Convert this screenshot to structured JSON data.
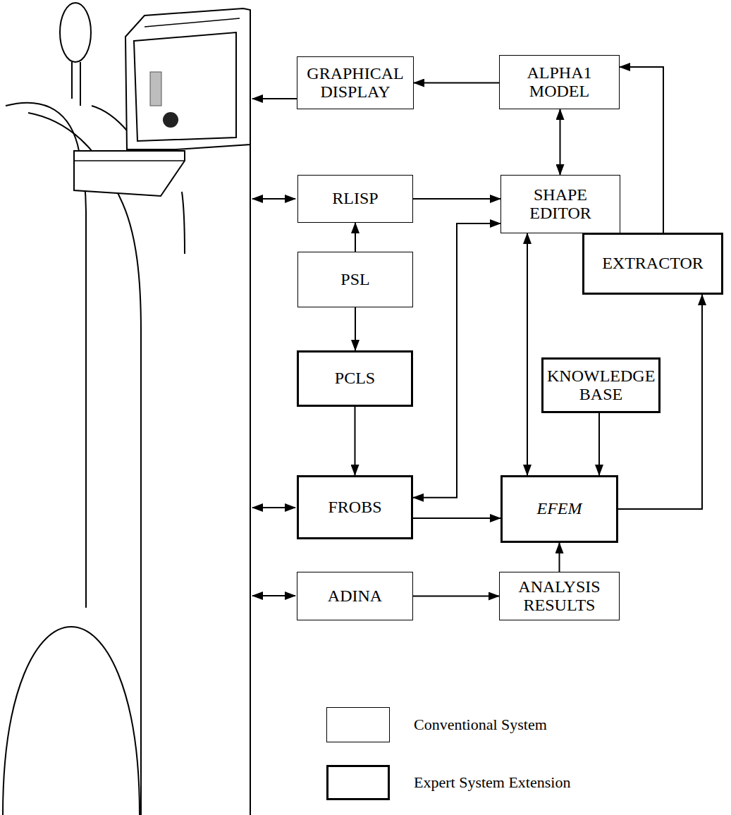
{
  "diagram": {
    "nodes": [
      {
        "text": [
          "GRAPHICAL DISPLAY"
        ]
      },
      {
        "text": [
          "ALPHA1 MODEL"
        ]
      },
      {
        "text": [
          "RLISP"
        ]
      },
      {
        "text": [
          "SHAPE EDITOR"
        ]
      },
      {
        "text": [
          "EXTRACTOR"
        ]
      },
      {
        "text": [
          "PSL"
        ]
      },
      {
        "text": [
          "KNOWLEDGE BASE"
        ]
      },
      {
        "text": [
          "PCLS"
        ]
      },
      {
        "text": [
          "FROBS"
        ]
      },
      {
        "text": [
          "EFEM"
        ]
      },
      {
        "text": [
          "ADINA"
        ]
      },
      {
        "text": [
          "ANALYSIS RESULTS"
        ]
      }
    ],
    "edges": [
      {
        "from": 1,
        "to": 0,
        "arrow": "to"
      },
      {
        "from": 1,
        "to": 3,
        "arrow": "both"
      },
      {
        "from": 2,
        "to": 3,
        "arrow": "to"
      },
      {
        "from": 5,
        "to": 2,
        "arrow": "to"
      },
      {
        "from": 5,
        "to": 7,
        "arrow": "to"
      },
      {
        "from": 7,
        "to": 8,
        "arrow": "to"
      },
      {
        "from": 8,
        "to": 3,
        "arrow": "both"
      },
      {
        "from": 8,
        "to": 9,
        "arrow": "to"
      },
      {
        "from": 3,
        "to": 9,
        "arrow": "both"
      },
      {
        "from": 6,
        "to": 9,
        "arrow": "to"
      },
      {
        "from": 9,
        "to": 4,
        "arrow": "to"
      },
      {
        "from": 4,
        "to": 1,
        "arrow": "to"
      },
      {
        "from": 10,
        "to": 11,
        "arrow": "to"
      },
      {
        "from": 11,
        "to": 9,
        "arrow": "to"
      }
    ],
    "legend": [
      {
        "text": "Conventional System"
      },
      {
        "text": "Expert System Extension"
      }
    ]
  }
}
